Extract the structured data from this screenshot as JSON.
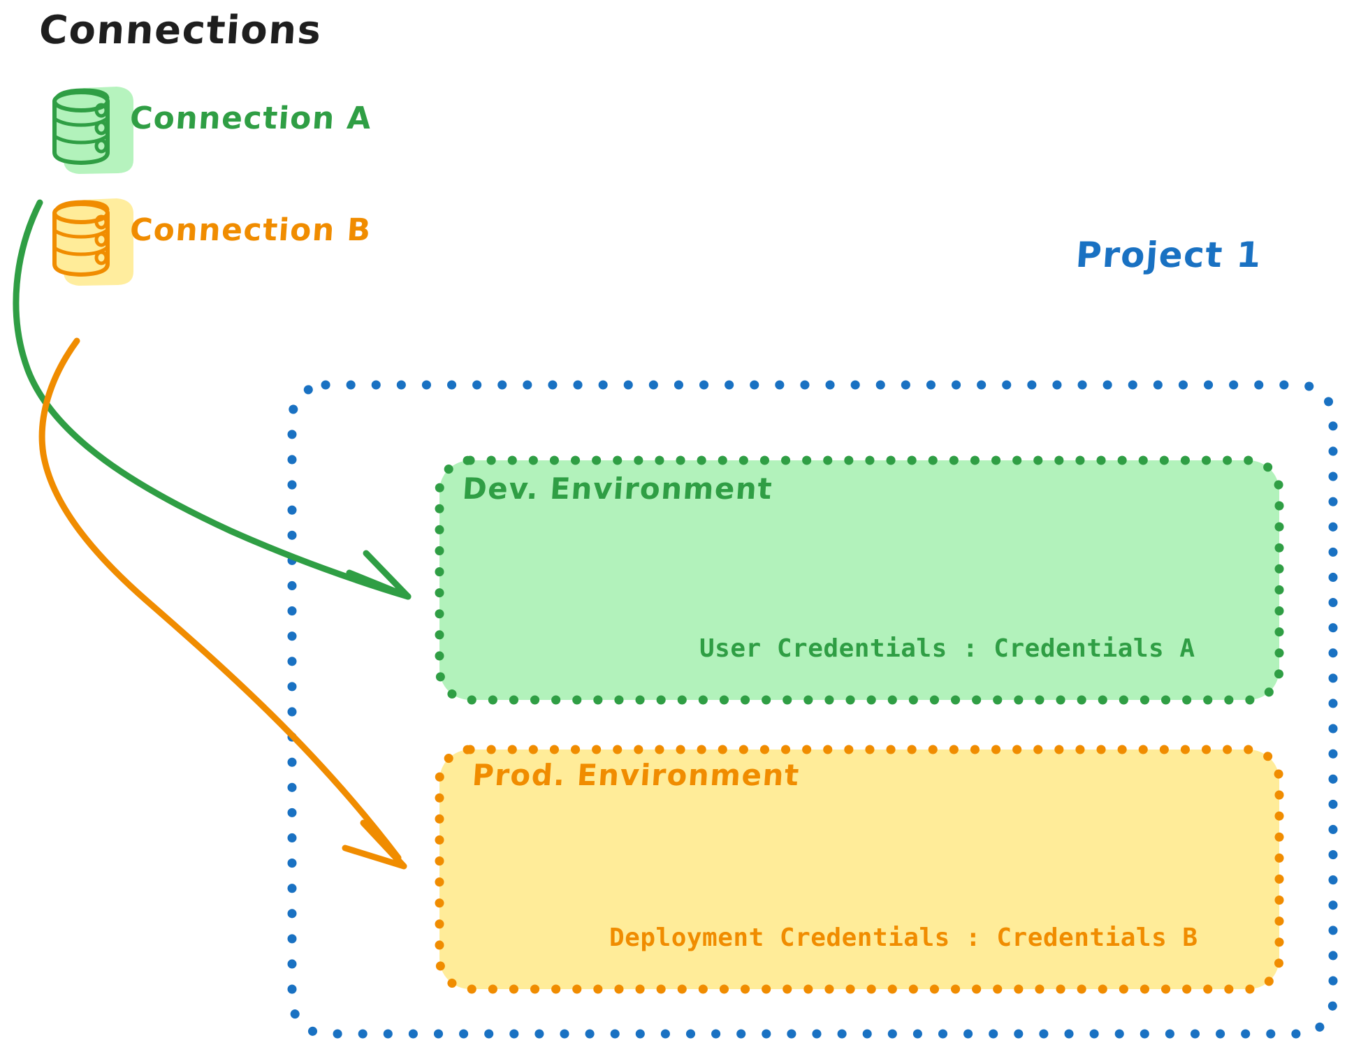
{
  "diagram": {
    "title": "Connections",
    "title_color": "#1e1e1e",
    "background": "#ffffff"
  },
  "connections": [
    {
      "id": "connection-a",
      "label": "Connection A",
      "icon": "database-cylinder-icon",
      "stroke_color": "#2f9e44",
      "fill_color": "#b2f2bb"
    },
    {
      "id": "connection-b",
      "label": "Connection B",
      "icon": "database-cylinder-icon",
      "stroke_color": "#f08c00",
      "fill_color": "#ffec99"
    }
  ],
  "project": {
    "label": "Project 1",
    "border_color": "#1971c2",
    "border_style": "dotted",
    "environments": [
      {
        "id": "dev-environment",
        "name": "Dev. Environment",
        "credential_label": "User Credentials",
        "credential_separator": ":",
        "credential_value": "Credentials A",
        "credential_line": "User Credentials : Credentials A",
        "fill_color": "#b2f2bb",
        "border_color": "#2f9e44",
        "text_color": "#2f9e44"
      },
      {
        "id": "prod-environment",
        "name": "Prod. Environment",
        "credential_label": "Deployment Credentials",
        "credential_separator": ":",
        "credential_value": "Credentials B",
        "credential_line": "Deployment Credentials : Credentials B",
        "fill_color": "#ffec99",
        "border_color": "#f08c00",
        "text_color": "#f08c00"
      }
    ]
  },
  "arrows": [
    {
      "id": "arrow-connection-a-to-dev",
      "from": "connection-a",
      "to": "dev-environment",
      "color": "#2f9e44"
    },
    {
      "id": "arrow-connection-b-to-prod",
      "from": "connection-b",
      "to": "prod-environment",
      "color": "#f08c00"
    }
  ]
}
